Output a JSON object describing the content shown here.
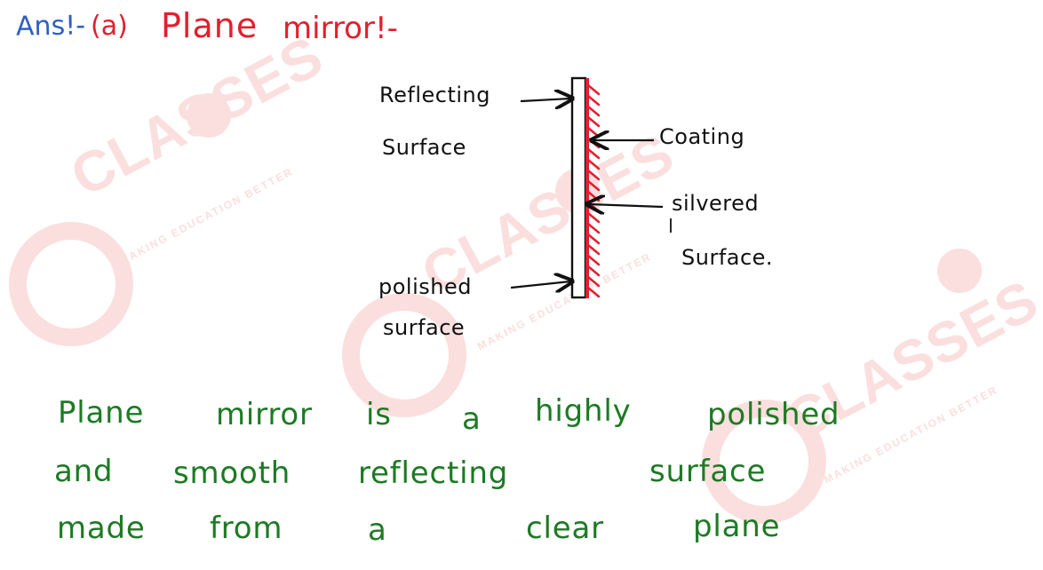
{
  "heading": {
    "prefix": "Ans!-",
    "part": "(a)",
    "title": "Plane",
    "subtitle": "mirror!-"
  },
  "diagram": {
    "labels": {
      "reflecting": "Reflecting",
      "surface_top": "Surface",
      "coating": "Coating",
      "silvered": "silvered",
      "surface_right": "Surface.",
      "polished": "polished",
      "surface_bottom": "surface"
    }
  },
  "text_lines": [
    [
      "Plane",
      "mirror",
      "is",
      "a",
      "highly",
      "polished"
    ],
    [
      "and",
      "smooth",
      "reflecting",
      "surface"
    ],
    [
      "made",
      "from",
      "a",
      "clear",
      "plane"
    ]
  ],
  "watermark": {
    "main": "CLASSES",
    "tag": "MAKING EDUCATION BETTER"
  },
  "colors": {
    "heading_blue": "#2f5fc2",
    "heading_red": "#e0202e",
    "text_green": "#1d7a24",
    "diagram_black": "#111111",
    "watermark_red": "#e24a44"
  }
}
